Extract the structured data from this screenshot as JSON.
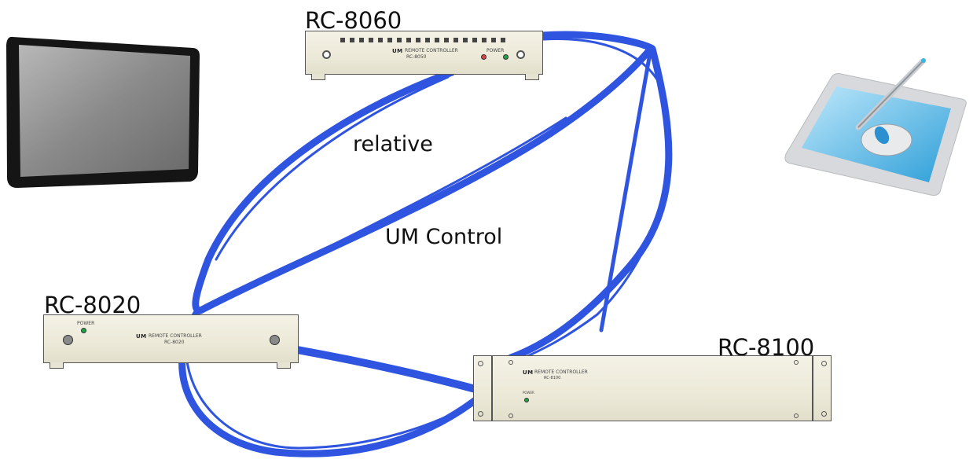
{
  "devices": {
    "rc8060": {
      "title": "RC-8060",
      "brand": "UM",
      "panel_text": "REMOTE  CONTROLLER",
      "model_text": "RC-8050",
      "power_label": "POWER"
    },
    "rc8020": {
      "title": "RC-8020",
      "brand": "UM",
      "panel_text": "REMOTE  CONTROLLER",
      "model_text": "RC-8020",
      "power_label": "POWER"
    },
    "rc8100": {
      "title": "RC-8100",
      "brand": "UM",
      "panel_text": "REMOTE CONTROLLER",
      "model_text": "RC-8100",
      "power_label": "POWER"
    }
  },
  "labels": {
    "relative": "relative",
    "um_control": "UM Control"
  },
  "colors": {
    "link_blue": "#2f55e0",
    "panel_cream": "#ece9d8",
    "led_green": "#1fa34a",
    "led_red": "#e04040"
  },
  "icons": {
    "tablet": "tablet-icon",
    "pen_tablet_mouse": "pen-tablet-mouse-icon"
  }
}
